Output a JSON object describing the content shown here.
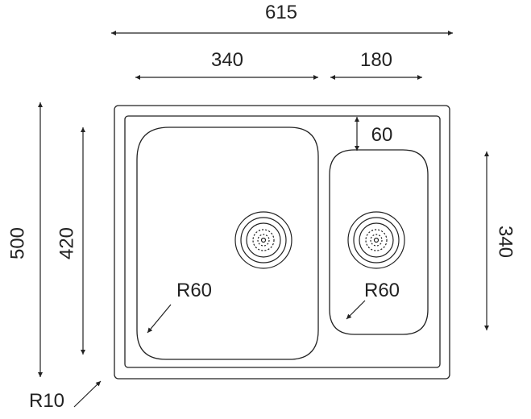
{
  "diagram": {
    "type": "technical drawing",
    "subject": "double bowl sink",
    "dimensions": {
      "overall_width": "615",
      "overall_depth": "500",
      "large_bowl_width": "340",
      "small_bowl_width": "180",
      "large_bowl_depth": "420",
      "small_bowl_depth": "340",
      "small_bowl_offset": "60",
      "large_bowl_radius": "R60",
      "small_bowl_radius": "R60",
      "corner_radius": "R10"
    },
    "colors": {
      "line": "#222222",
      "background": "#ffffff"
    }
  }
}
